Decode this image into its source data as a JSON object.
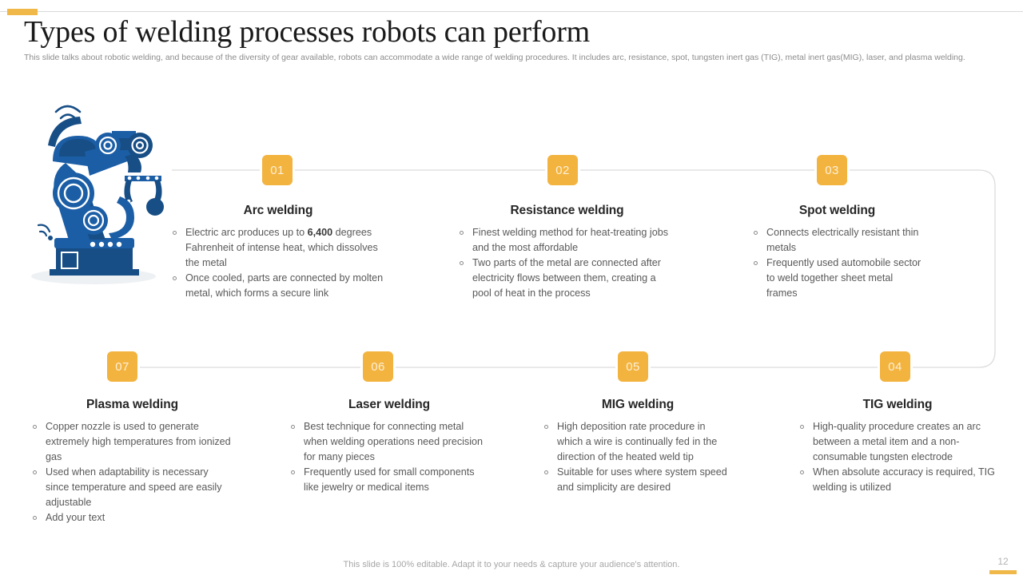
{
  "header": {
    "title": "Types of welding processes robots can perform",
    "subtitle": "This slide talks about robotic welding, and because of the diversity of gear available, robots can accommodate a wide range of welding procedures. It includes arc, resistance, spot, tungsten inert gas (TIG), metal inert gas(MIG), laser, and plasma welding."
  },
  "theme": {
    "accent": "#f0b849",
    "badge": "#f3b33f",
    "robot_dark": "#174e86",
    "robot_light": "#1b5ea6",
    "line": "#dcdcdc",
    "title_color": "#1a1a1a",
    "body_color": "#595959"
  },
  "illustration": {
    "name": "industrial-welding-robot-arm"
  },
  "steps": [
    {
      "number": "01",
      "title": "Arc welding",
      "bullets": [
        "Electric arc produces up to <b>6,400</b> degrees Fahrenheit of intense heat, which dissolves the metal",
        "Once cooled, parts are connected by molten metal, which forms a secure link"
      ]
    },
    {
      "number": "02",
      "title": "Resistance welding",
      "bullets": [
        "Finest welding method for heat-treating jobs and the most affordable",
        "Two parts of the metal are connected after electricity flows between them, creating a pool of heat in the process"
      ]
    },
    {
      "number": "03",
      "title": "Spot welding",
      "bullets": [
        "Connects electrically resistant thin metals",
        "Frequently used automobile sector to weld together sheet metal frames"
      ]
    },
    {
      "number": "07",
      "title": "Plasma welding",
      "bullets": [
        "Copper nozzle is used to generate extremely high temperatures from ionized gas",
        "Used when adaptability is necessary since temperature and speed are easily adjustable",
        "Add your text"
      ]
    },
    {
      "number": "06",
      "title": "Laser welding",
      "bullets": [
        "Best technique for connecting metal when welding operations need precision for many pieces",
        "Frequently used for small components like jewelry or medical items"
      ]
    },
    {
      "number": "05",
      "title": "MIG welding",
      "bullets": [
        "High deposition rate procedure in which a wire is continually fed in the direction of the heated weld tip",
        "Suitable for uses where system speed and simplicity are desired"
      ]
    },
    {
      "number": "04",
      "title": "TIG welding",
      "bullets": [
        "High-quality procedure creates an arc between a metal item and a non-consumable tungsten electrode",
        "When absolute accuracy is required, TIG welding is utilized"
      ]
    }
  ],
  "footer": {
    "note": "This slide is 100% editable. Adapt it to your needs & capture your audience's attention.",
    "page_number": "12"
  }
}
